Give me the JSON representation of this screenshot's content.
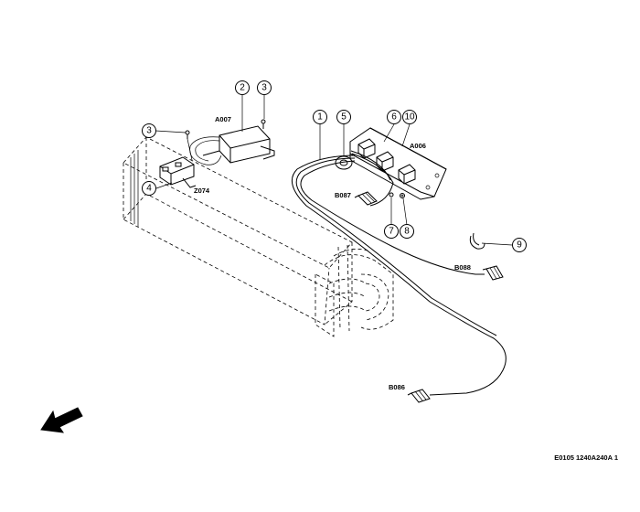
{
  "callouts": [
    "1",
    "2",
    "3",
    "3",
    "4",
    "5",
    "6",
    "10",
    "7",
    "8",
    "9"
  ],
  "component_labels": {
    "a007": "A007",
    "a006": "A006",
    "z074": "Z074",
    "b087": "B087",
    "b088": "B088",
    "b086": "B086"
  },
  "reference_code": "E0105 1240A240A 1",
  "icons": {
    "arrow": "direction-arrow-icon"
  }
}
